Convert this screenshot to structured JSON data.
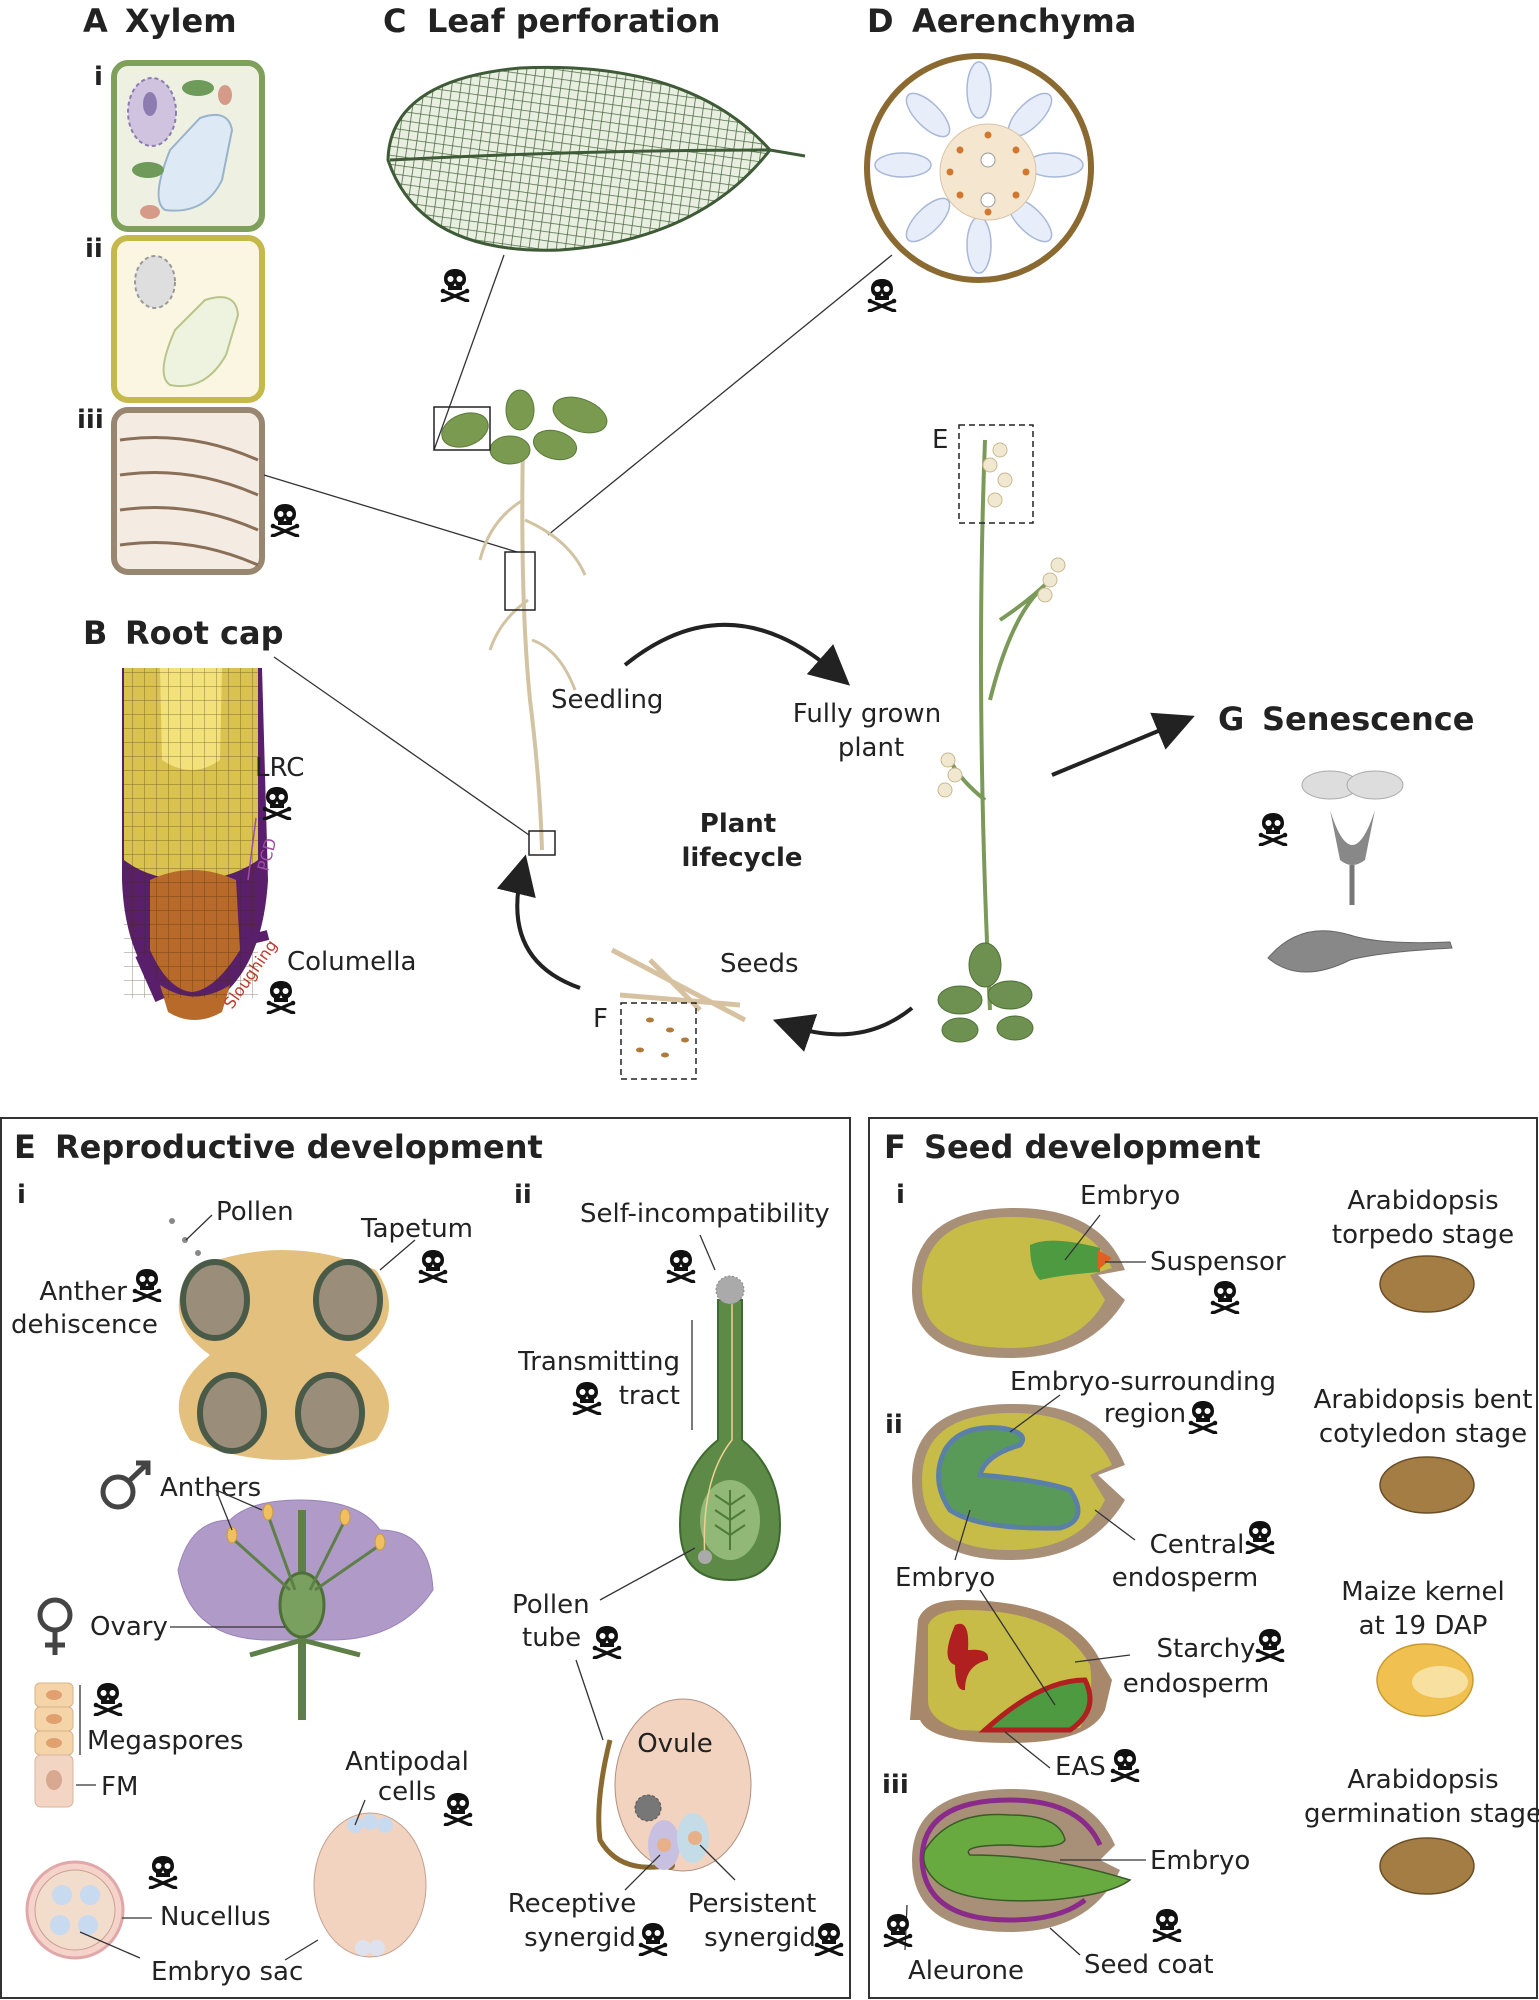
{
  "panels": {
    "A": {
      "letter": "A",
      "title": "Xylem",
      "stages": [
        "i",
        "ii",
        "iii"
      ]
    },
    "B": {
      "letter": "B",
      "title": "Root cap",
      "labels": {
        "lrc": "LRC",
        "pcd": "PCD",
        "sloughing": "Sloughing",
        "columella": "Columella"
      }
    },
    "C": {
      "letter": "C",
      "title": "Leaf perforation"
    },
    "D": {
      "letter": "D",
      "title": "Aerenchyma"
    },
    "G": {
      "letter": "G",
      "title": "Senescence"
    },
    "lifecycle": {
      "seedling": "Seedling",
      "fully_grown_1": "Fully grown",
      "fully_grown_2": "plant",
      "center_1": "Plant",
      "center_2": "lifecycle",
      "seeds": "Seeds",
      "inset_e": "E",
      "inset_f": "F"
    },
    "E": {
      "letter": "E",
      "title": "Reproductive development",
      "sub_i": "i",
      "sub_ii": "ii",
      "pollen": "Pollen",
      "tapetum": "Tapetum",
      "anther_1": "Anther",
      "anther_2": "dehiscence",
      "anthers": "Anthers",
      "ovary": "Ovary",
      "megaspores": "Megaspores",
      "fm": "FM",
      "antipodal_1": "Antipodal",
      "antipodal_2": "cells",
      "nucellus": "Nucellus",
      "embryo_sac": "Embryo sac",
      "self_incompat": "Self-incompatibility",
      "transmitting_1": "Transmitting",
      "transmitting_2": "tract",
      "pollen_tube_1": "Pollen",
      "pollen_tube_2": "tube",
      "ovule": "Ovule",
      "receptive_1": "Receptive",
      "receptive_2": "synergid",
      "persistent_1": "Persistent",
      "persistent_2": "synergid"
    },
    "F": {
      "letter": "F",
      "title": "Seed development",
      "sub_i": "i",
      "sub_ii": "ii",
      "sub_iii": "iii",
      "embryo": "Embryo",
      "suspensor": "Suspensor",
      "esr_1": "Embryo-surrounding",
      "esr_2": "region",
      "central_1": "Central",
      "central_2": "endosperm",
      "embryo2": "Embryo",
      "starchy_1": "Starchy",
      "starchy_2": "endosperm",
      "eas": "EAS",
      "embryo3": "Embryo",
      "aleurone": "Aleurone",
      "seed_coat": "Seed coat",
      "stages": [
        {
          "l1": "Arabidopsis",
          "l2": "torpedo stage",
          "color": "#a47d45"
        },
        {
          "l1": "Arabidopsis bent",
          "l2": "cotyledon stage",
          "color": "#a47d45"
        },
        {
          "l1": "Maize kernel",
          "l2": "at 19 DAP",
          "color": "#f0c050"
        },
        {
          "l1": "Arabidopsis",
          "l2": "germination stage",
          "color": "#a47d45"
        }
      ]
    }
  },
  "icons": {
    "death": "skull-crossbones-icon",
    "male": "male-symbol-icon",
    "female": "female-symbol-icon"
  }
}
